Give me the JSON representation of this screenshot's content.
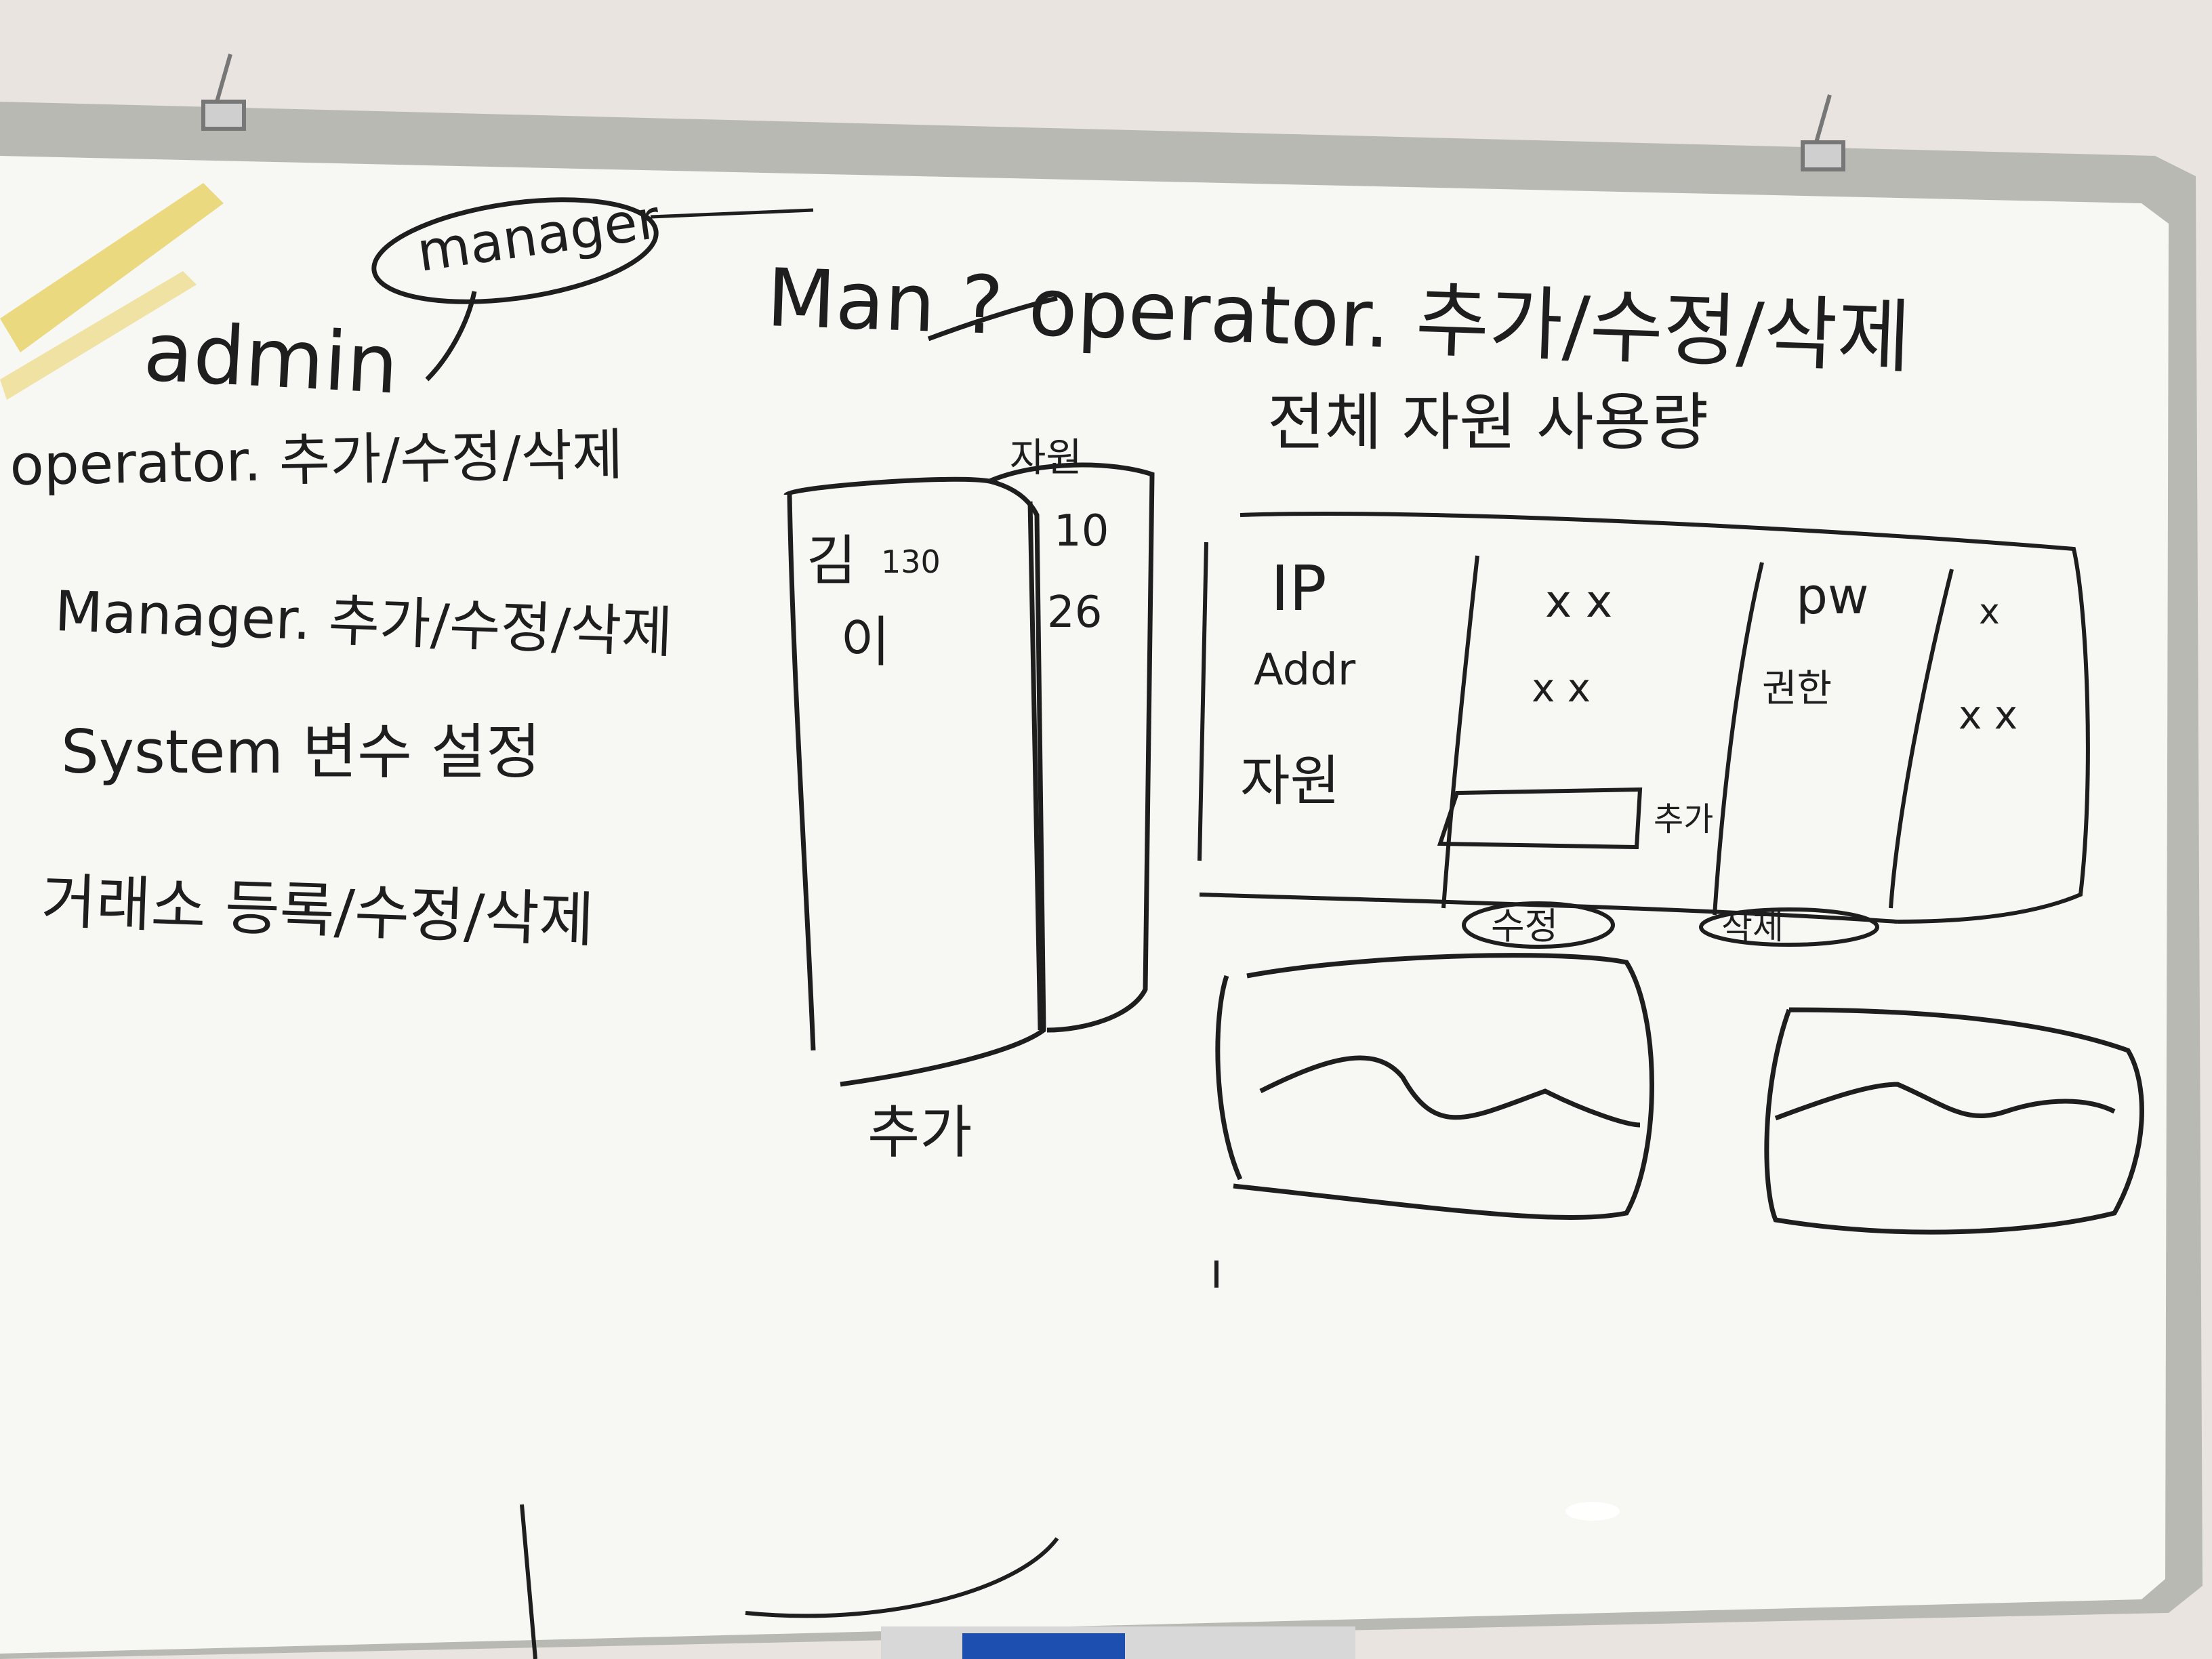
{
  "scene": {
    "colors": {
      "wall": "#e9e4df",
      "board": "#f7f7f4",
      "frame": "#b9b9b4",
      "ink": "#1e1e1e",
      "tape": "#e9d46a"
    }
  },
  "left_notes": {
    "admin": "admin",
    "manager_circled": "manager",
    "operator_line": "operator. 추가/수정/삭제",
    "manager_line": "Manager. 추가/수정/삭제",
    "system_line": "System 변수 설정",
    "exchange_line": "거래소 등록/수정/삭제"
  },
  "top": {
    "heading": "Man ? operator. 추가/수정/삭제",
    "subheading": "전체 자원 사용량"
  },
  "list_panel": {
    "header": "자원",
    "rows": [
      {
        "name": "김",
        "note": "130",
        "value": "10"
      },
      {
        "name": "이",
        "note": "",
        "value": "26"
      }
    ],
    "add_label": "추가"
  },
  "detail_form": {
    "ip_label": "IP",
    "addr_label": "Addr",
    "resource_label": "자원",
    "xx_1": "x x",
    "xx_2": "x x",
    "xx_3": "x x",
    "x_single": "x",
    "pw_label": "pw",
    "perm_label": "권한",
    "add_mark": "추가",
    "edit_button": "수정",
    "delete_button": "삭제"
  }
}
